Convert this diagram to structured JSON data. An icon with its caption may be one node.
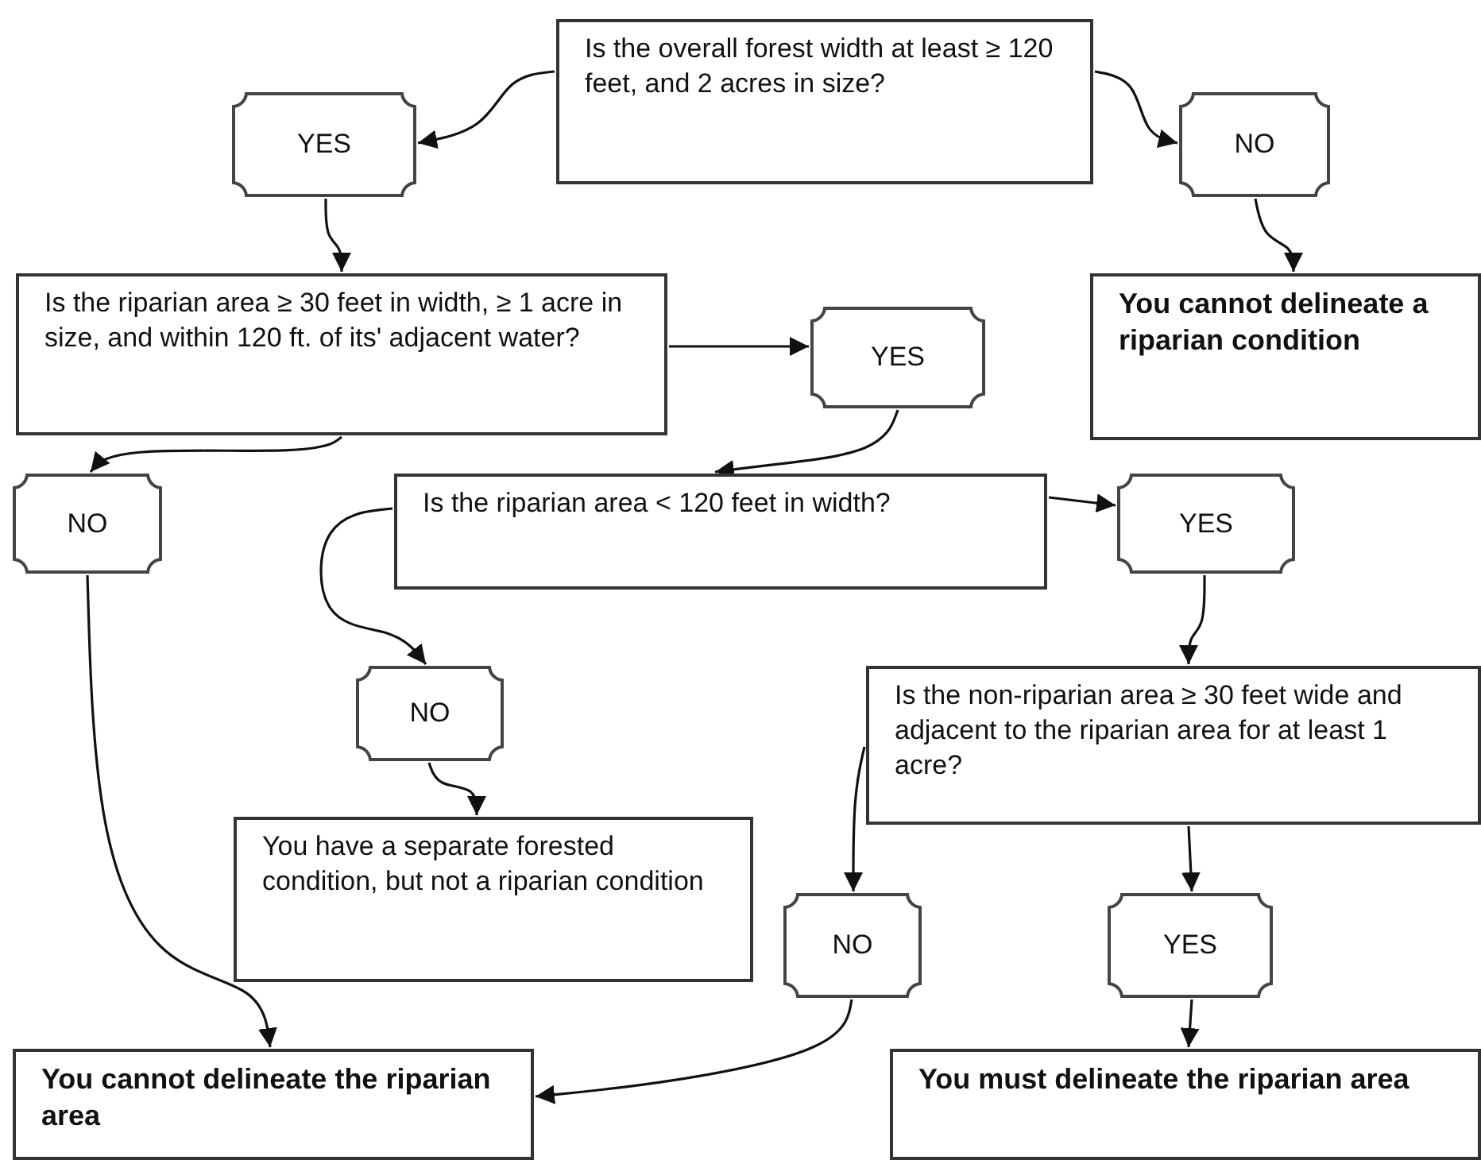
{
  "diagram": {
    "nodes": [
      {
        "text": [
          "Is the overall forest width at least ≥ 120 feet, and 2 acres in size?"
        ]
      },
      {
        "text": [
          "YES"
        ]
      },
      {
        "text": [
          "NO"
        ]
      },
      {
        "text": [
          "Is the riparian area ≥ 30 feet in width, ≥ 1 acre in size, and within 120 ft. of its' adjacent water?"
        ]
      },
      {
        "text": [
          "You cannot delineate a riparian condition"
        ]
      },
      {
        "text": [
          "YES"
        ]
      },
      {
        "text": [
          "NO"
        ]
      },
      {
        "text": [
          "Is the riparian area < 120 feet in width?"
        ]
      },
      {
        "text": [
          "YES"
        ]
      },
      {
        "text": [
          "NO"
        ]
      },
      {
        "text": [
          "Is the non-riparian area ≥ 30 feet wide and adjacent to the riparian area for at least 1 acre?"
        ]
      },
      {
        "text": [
          "You have a separate forested condition, but not a riparian condition"
        ]
      },
      {
        "text": [
          "NO"
        ]
      },
      {
        "text": [
          "YES"
        ]
      },
      {
        "text": [
          "You cannot delineate the riparian area"
        ]
      },
      {
        "text": [
          "You must delineate the riparian area"
        ]
      }
    ],
    "edges": [
      {
        "from": 0,
        "to": 1,
        "arrow": "to"
      },
      {
        "from": 0,
        "to": 2,
        "arrow": "to"
      },
      {
        "from": 1,
        "to": 3,
        "arrow": "to"
      },
      {
        "from": 2,
        "to": 4,
        "arrow": "to"
      },
      {
        "from": 3,
        "to": 5,
        "arrow": "to"
      },
      {
        "from": 3,
        "to": 6,
        "arrow": "to"
      },
      {
        "from": 5,
        "to": 7,
        "arrow": "to"
      },
      {
        "from": 7,
        "to": 8,
        "arrow": "to"
      },
      {
        "from": 7,
        "to": 9,
        "arrow": "to"
      },
      {
        "from": 6,
        "to": 14,
        "arrow": "to"
      },
      {
        "from": 9,
        "to": 11,
        "arrow": "to"
      },
      {
        "from": 8,
        "to": 10,
        "arrow": "to"
      },
      {
        "from": 10,
        "to": 12,
        "arrow": "to"
      },
      {
        "from": 10,
        "to": 13,
        "arrow": "to"
      },
      {
        "from": 12,
        "to": 14,
        "arrow": "to"
      },
      {
        "from": 13,
        "to": 15,
        "arrow": "to"
      }
    ]
  }
}
